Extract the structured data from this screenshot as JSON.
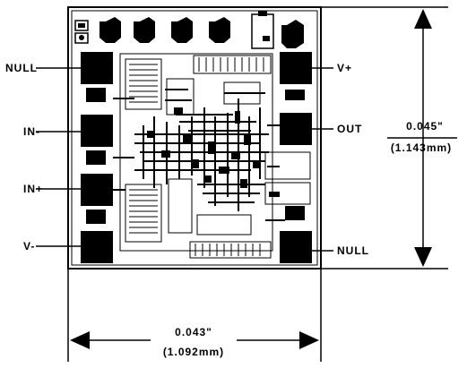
{
  "pins": {
    "null_left": "NULL",
    "in_minus": "IN-",
    "in_plus": "IN+",
    "v_minus": "V-",
    "v_plus": "V+",
    "out": "OUT",
    "null_right": "NULL"
  },
  "dimensions": {
    "height_in": "0.045\"",
    "height_mm": "(1.143mm)",
    "width_in": "0.043\"",
    "width_mm": "(1.092mm)"
  },
  "colors": {
    "ink": "#000000",
    "pad": "#000000",
    "paper": "#ffffff"
  }
}
